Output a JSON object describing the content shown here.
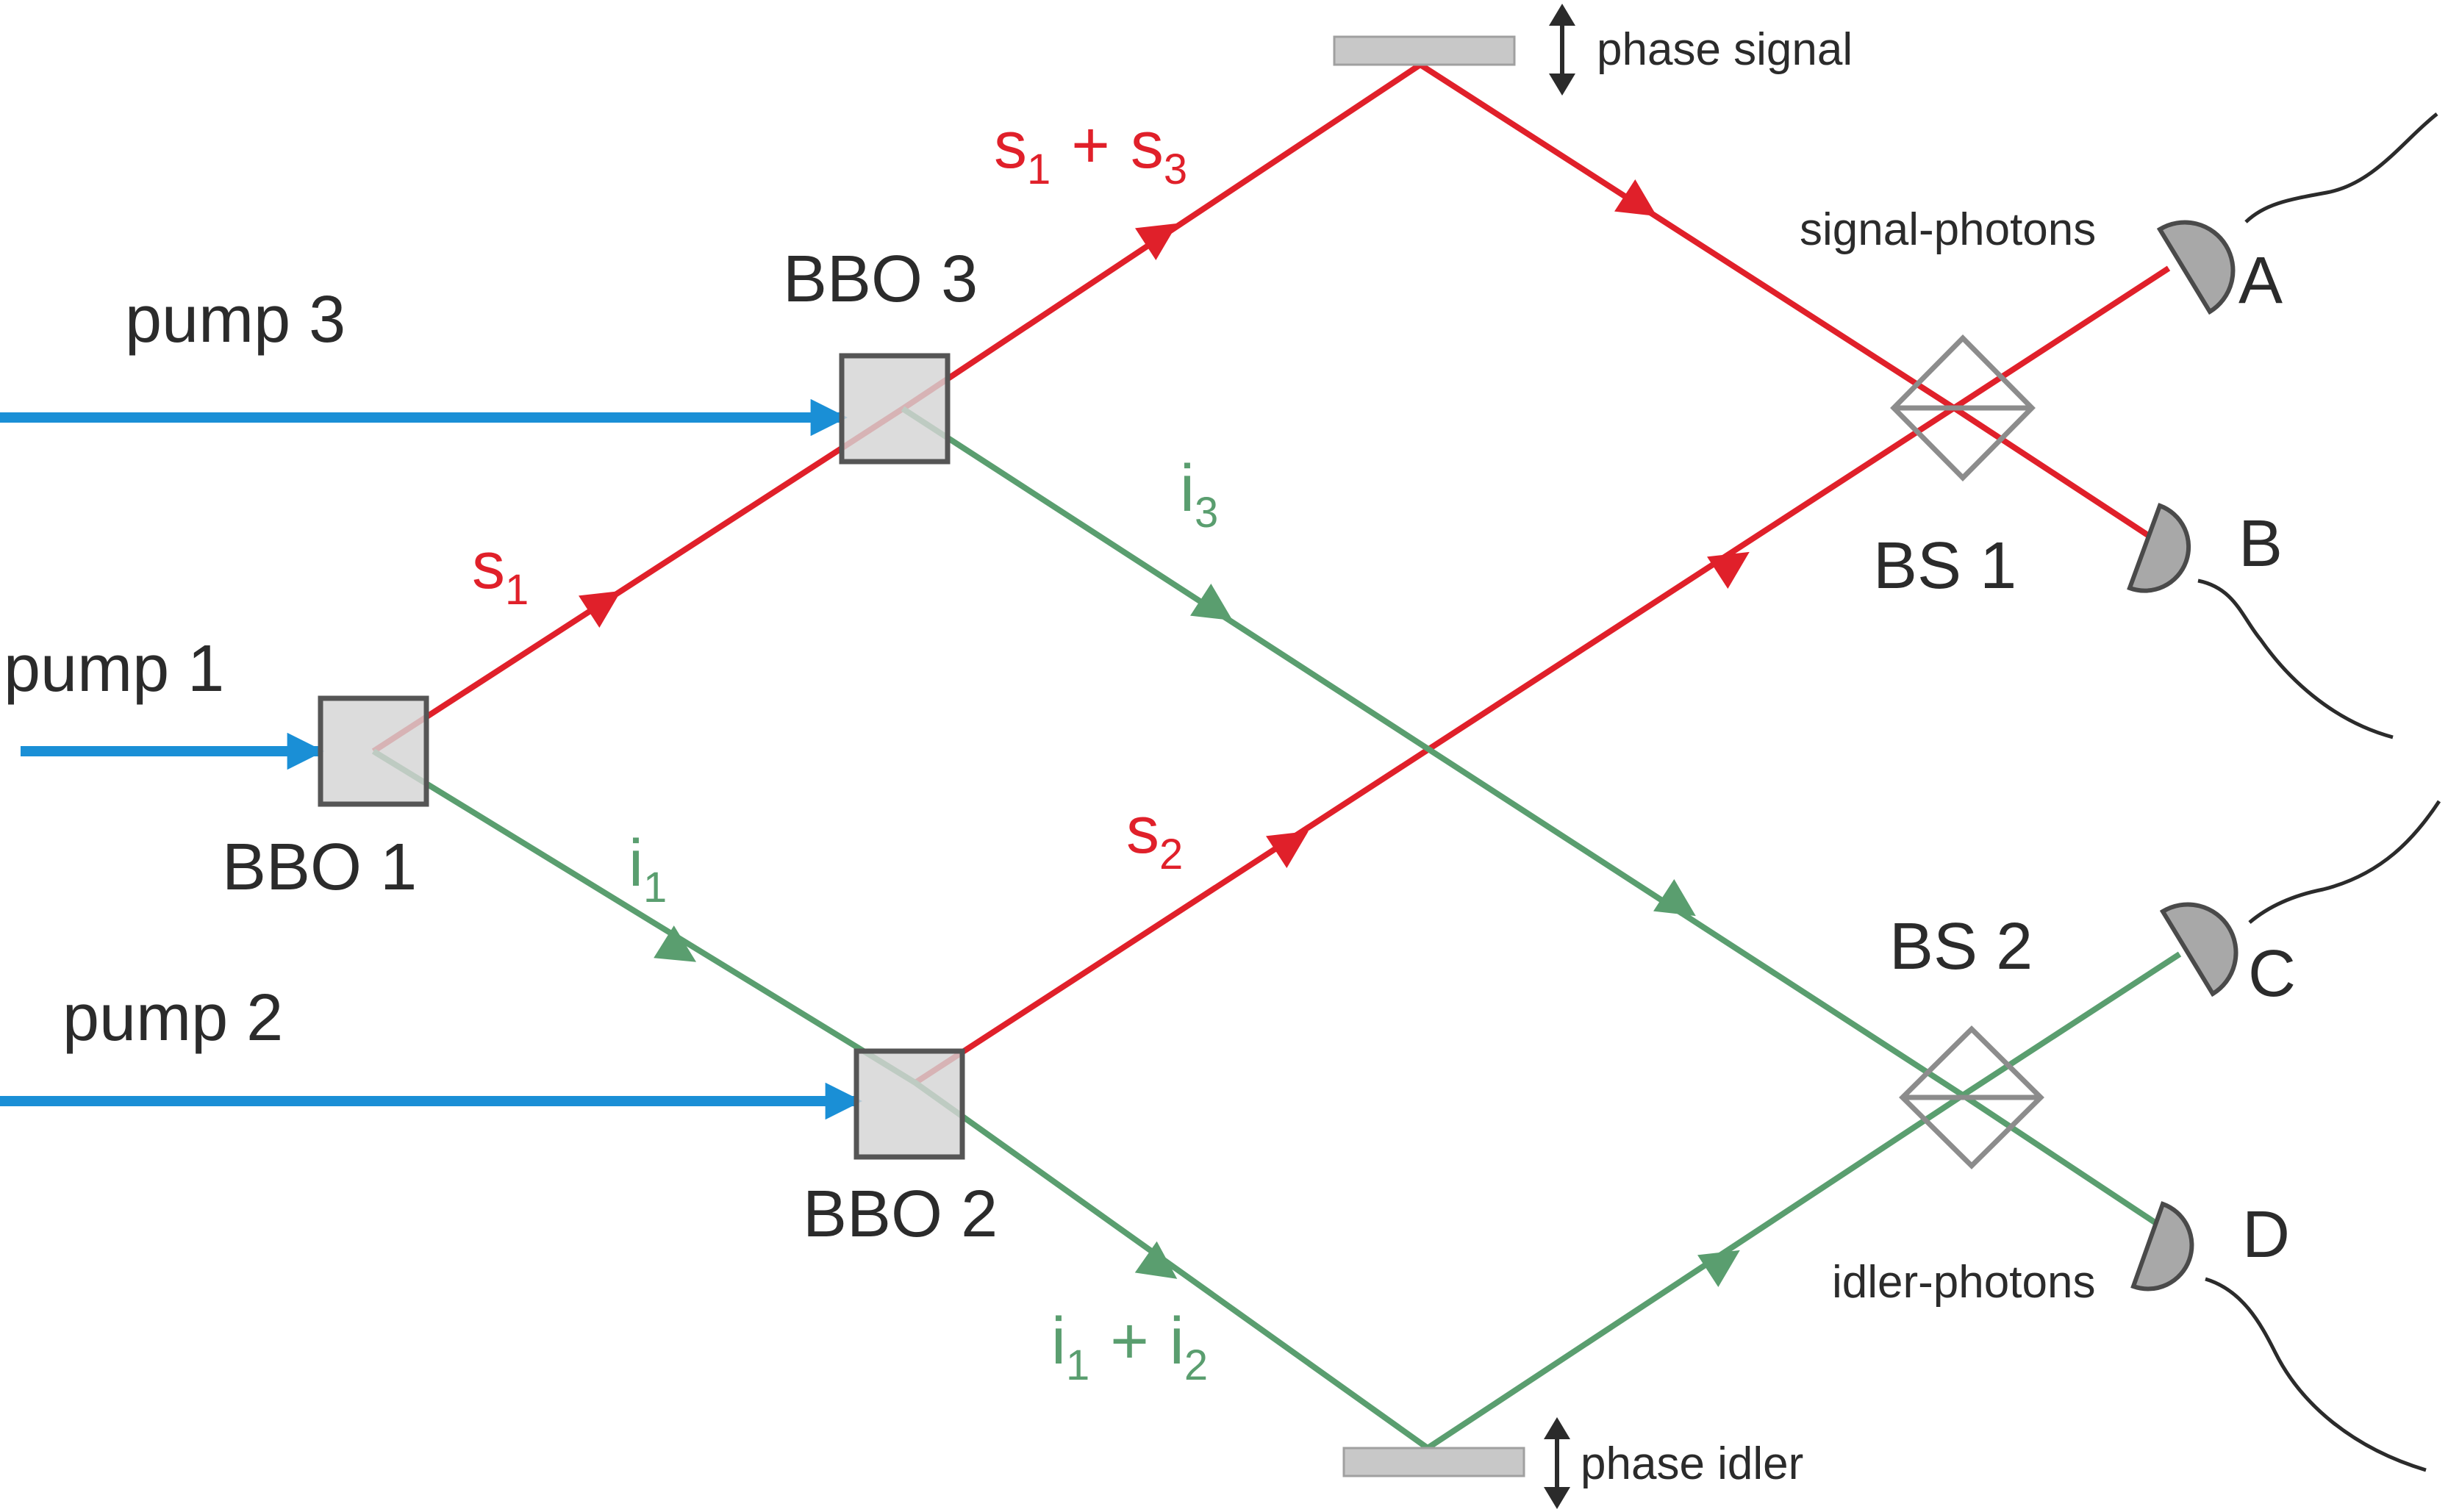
{
  "colors": {
    "pump": "#1a8fd6",
    "signal": "#e0202a",
    "idler": "#5a9e6f",
    "crystal_fill": "#d4d4d4",
    "crystal_stroke": "#555555",
    "beamsplitter": "#8c8c8c",
    "mirror": "#c8c8c8",
    "detector": "#a8a8a8",
    "text": "#2b2b2b"
  },
  "pumps": {
    "pump3": "pump 3",
    "pump1": "pump 1",
    "pump2": "pump 2"
  },
  "crystals": {
    "bbo1": "BBO 1",
    "bbo2": "BBO 2",
    "bbo3": "BBO 3"
  },
  "beam_labels": {
    "s_letter": "s",
    "i_letter": "i",
    "plus": "+",
    "sub_1": "1",
    "sub_2": "2",
    "sub_3": "3"
  },
  "beamsplitters": {
    "bs1": "BS 1",
    "bs2": "BS 2"
  },
  "mirrors": {
    "phase_signal": "phase signal",
    "phase_idler": "phase idler"
  },
  "photon_labels": {
    "signal": "signal-photons",
    "idler": "idler-photons"
  },
  "detectors": {
    "a": "A",
    "b": "B",
    "c": "C",
    "d": "D"
  }
}
